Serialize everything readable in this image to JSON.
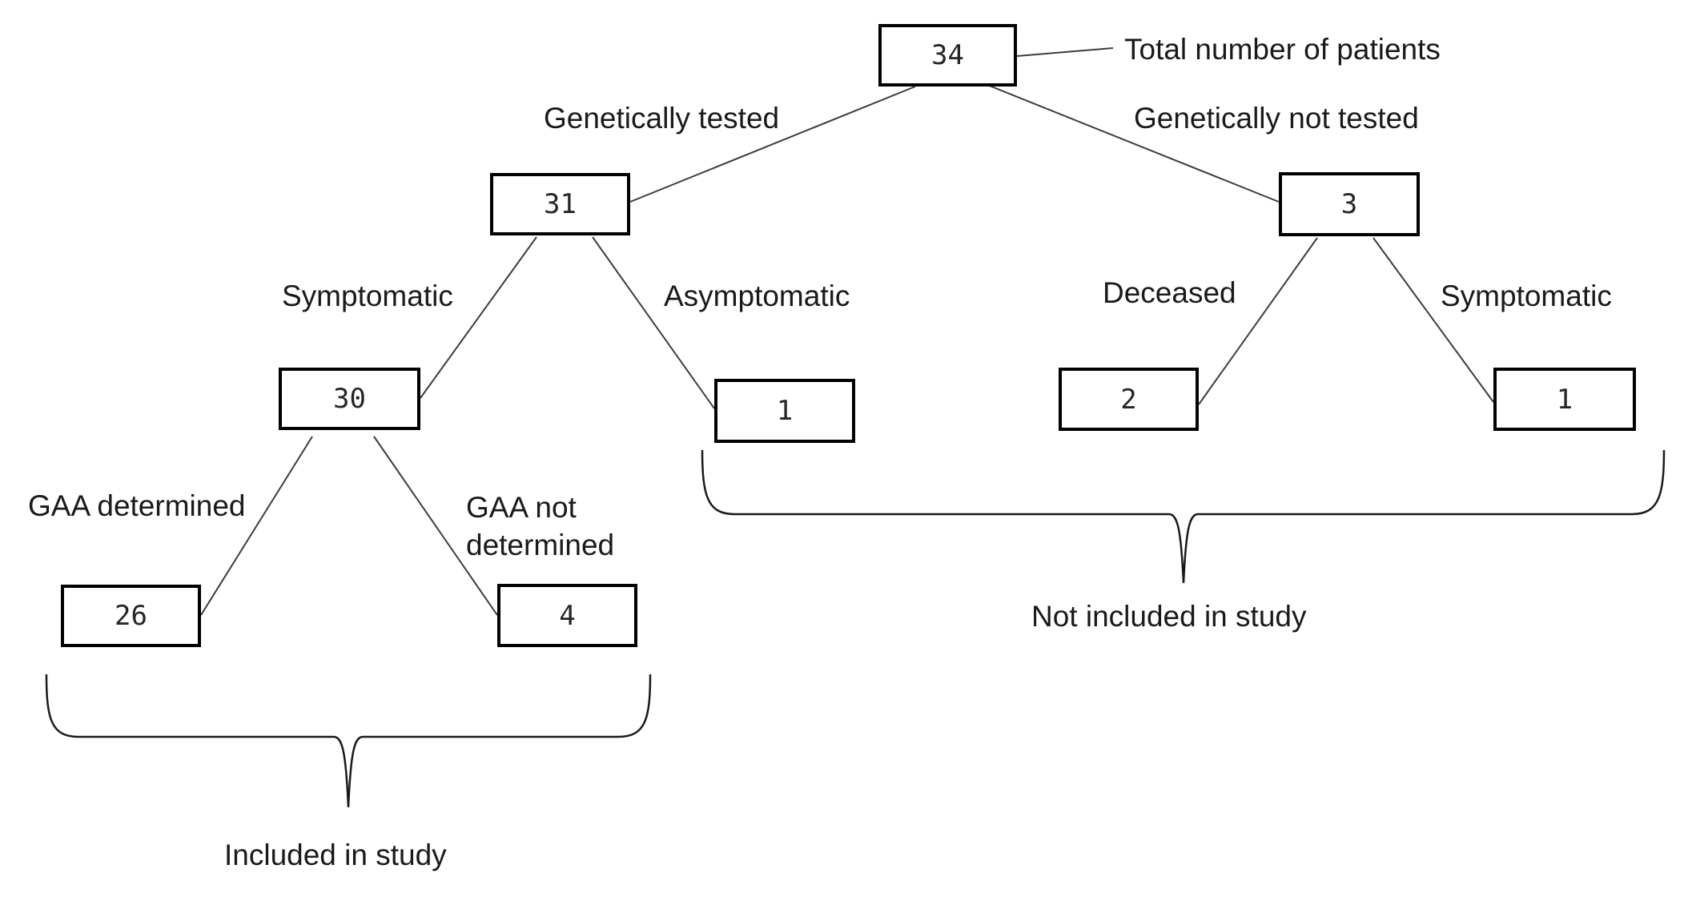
{
  "diagram": {
    "root_annotation": "Total number of patients",
    "nodes": {
      "total": "34",
      "genetically_tested": "31",
      "genetically_not_tested": "3",
      "symptomatic": "30",
      "asymptomatic": "1",
      "deceased": "2",
      "not_tested_symptomatic": "1",
      "gaa_determined": "26",
      "gaa_not_determined": "4"
    },
    "edge_labels": {
      "genetically_tested": "Genetically tested",
      "genetically_not_tested": "Genetically not tested",
      "symptomatic": "Symptomatic",
      "asymptomatic": "Asymptomatic",
      "deceased": "Deceased",
      "not_tested_symptomatic": "Symptomatic",
      "gaa_determined": "GAA determined",
      "gaa_not_determined": "GAA not\ndetermined"
    },
    "groups": {
      "included": "Included in study",
      "not_included": "Not included in study"
    },
    "colors": {
      "box_border": "#000000",
      "connector": "#3d3d3d",
      "brace": "#1a1a1a",
      "text": "#1a1a1a",
      "background": "#ffffff"
    }
  }
}
